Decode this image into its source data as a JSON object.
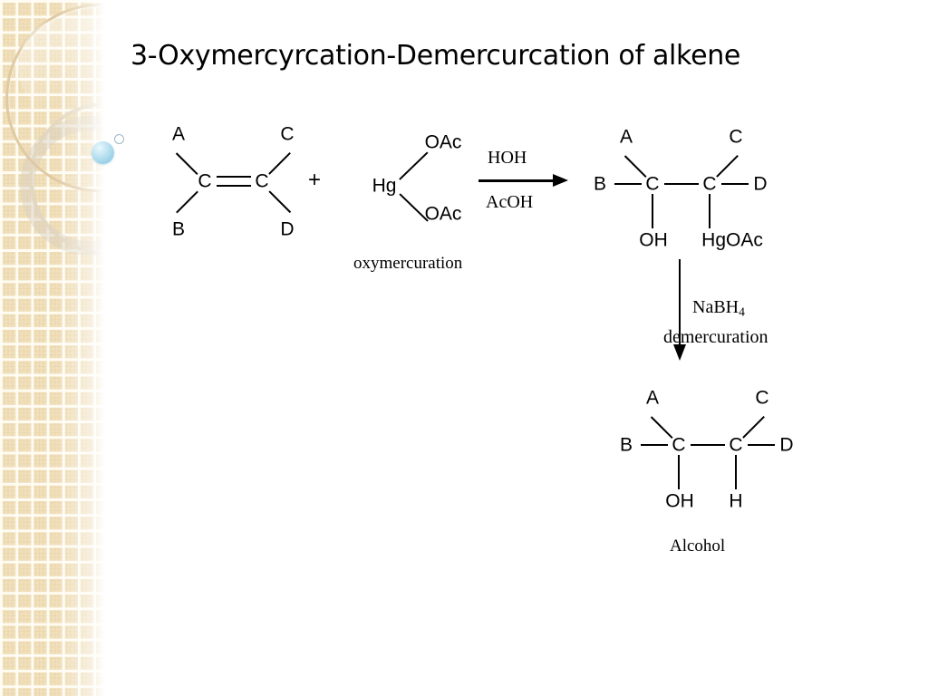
{
  "slide": {
    "title": "3-Oxymercyrcation-Demercurcation of alkene",
    "background_color": "#ffffff",
    "border_color": "#f0e0bc",
    "accent_sphere_color": "#9ed3e8"
  },
  "decoration": {
    "left_border_name": "tan-grid-border",
    "ring_large": "decorative-ring",
    "ring_medium": "decorative-ring",
    "ring_small": "decorative-ring",
    "sphere": "blue-sphere",
    "small_circle": "small-outline-circle"
  },
  "alkene": {
    "label_a": "A",
    "label_b": "B",
    "label_c": "C",
    "label_d": "D",
    "carbon_left": "C",
    "carbon_right": "C",
    "bond_type": "double"
  },
  "plus": "+",
  "reagent": {
    "metal": "Hg",
    "ligand_top": "OAc",
    "ligand_bottom": "OAc",
    "formula_name": "mercuric-acetate"
  },
  "arrow1": {
    "above": "HOH",
    "below": "AcOH",
    "direction": "right"
  },
  "step1_caption": "oxymercuration",
  "intermediate": {
    "label_a": "A",
    "label_b": "B",
    "label_c": "C",
    "label_d": "D",
    "carbon_left": "C",
    "carbon_right": "C",
    "substituent_left": "OH",
    "substituent_right": "HgOAc"
  },
  "arrow2": {
    "reagent_text": "NaBH",
    "reagent_sub": "4",
    "process": "demercuration",
    "direction": "down"
  },
  "product": {
    "label_a": "A",
    "label_b": "B",
    "label_c": "C",
    "label_d": "D",
    "carbon_left": "C",
    "carbon_right": "C",
    "substituent_left": "OH",
    "substituent_right": "H"
  },
  "product_caption": "Alcohol"
}
